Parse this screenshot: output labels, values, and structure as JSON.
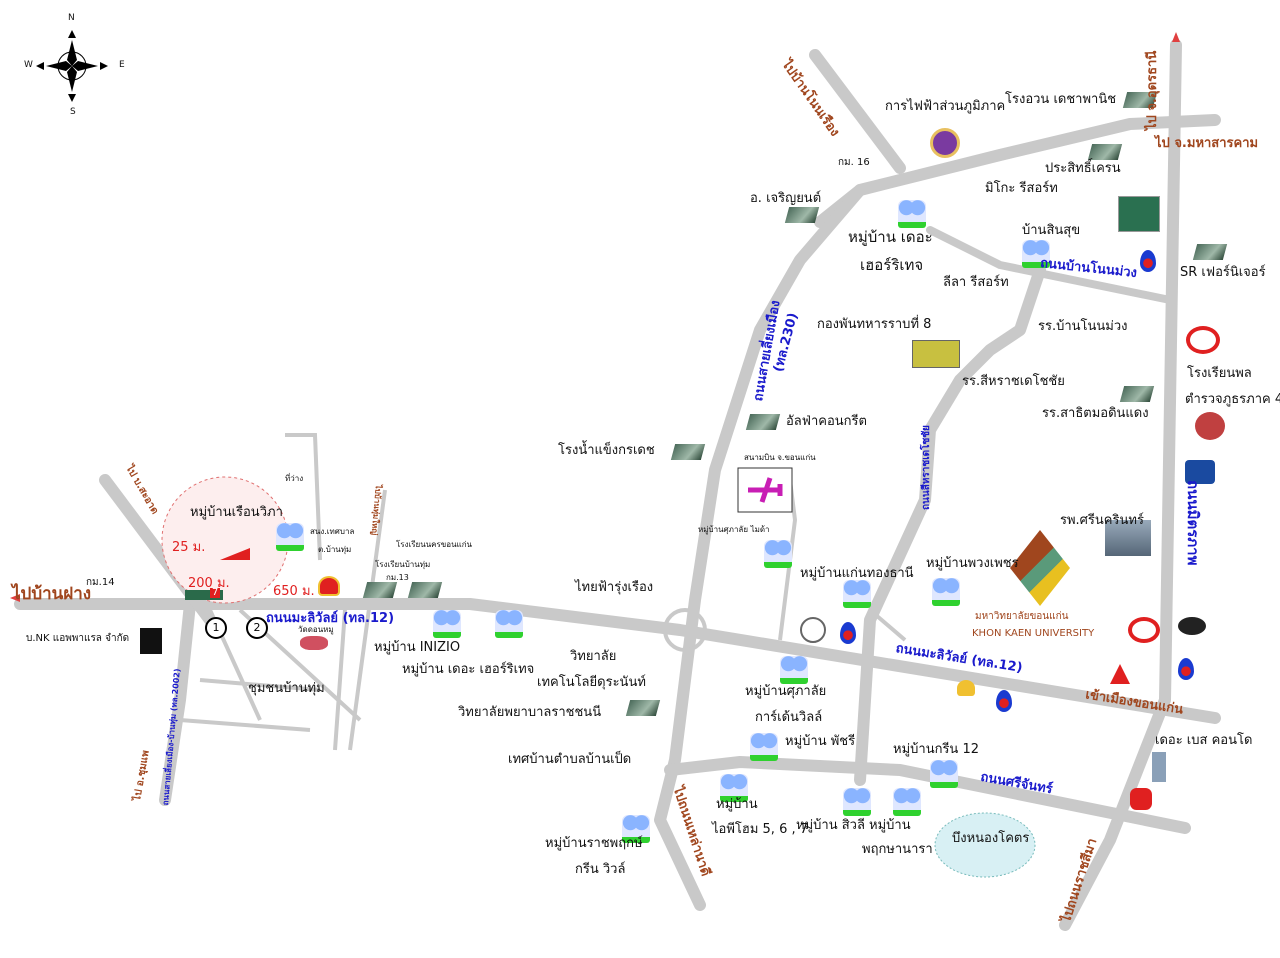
{
  "compass": {
    "n": "N",
    "s": "S",
    "e": "E",
    "w": "W"
  },
  "colors": {
    "road": "#c9c9c9",
    "road_label": "#1a1acc",
    "direction_label": "#a0461e",
    "distance": "#e02020",
    "airport": "#c81eb4"
  },
  "labels": {
    "to_non_rueang": "ไปบ้านโนนเรือง",
    "pea": "การไฟฟ้าส่วนภูมิภาค",
    "net_factory": "โรงอวน เดชาพานิช",
    "to_udon": "ไป จ.อุดรธานี",
    "to_mahasarakham": "ไป จ.มหาสารคาม",
    "km16": "กม. 16",
    "prasit_crane": "ประสิทธิ์เครน",
    "miko_resort": "มิโกะ รีสอร์ท",
    "charoen_yont": "อ. เจริญยนต์",
    "heritage_1": "หมู่บ้าน เดอะ",
    "heritage_2": "เฮอร์ริเทจ",
    "ban_sinsuk": "บ้านสินสุข",
    "non_muang_road": "ถนนบ้านโนนม่วง",
    "sr_furniture": "SR เฟอร์นิเจอร์",
    "lila_resort": "ลีลา รีสอร์ท",
    "bypass_road": "ถนนสายเลี่ยงเมือง",
    "route_230": "(ทล.230)",
    "infantry": "กองพันทหารราบที่ 8",
    "non_muang_school": "รร.บ้านโนนม่วง",
    "sihadecho_school": "รร.สีหราชเดโชชัย",
    "police_school_1": "โรงเรียนพล",
    "police_school_2": "ตำรวจภูธรภาค 4",
    "sihadecho_road": "ถนนสีหราชเดโชชัย",
    "satit_school": "รร.สาธิตมอดินแดง",
    "alpha_concrete": "อัลฟ่าคอนกรีต",
    "ice_factory": "โรงน้ำแข็งกรเดช",
    "airport": "สนามบิน จ.ขอนแก่น",
    "mittraphap_road": "ถนนมิตรภาพ",
    "srinagarind": "รพ.ศรีนครินทร์",
    "supalai_mida": "หมู่บ้านศุภาลัย ไมด้า",
    "kaen_thong": "หมู่บ้านแก่นทองธานี",
    "puang_phet": "หมู่บ้านพวงเพชร",
    "thai_fa": "ไทยฟ้ารุ่งเรือง",
    "kku_th": "มหาวิทยาลัยขอนแก่น",
    "kku_en": "KHON KAEN UNIVERSITY",
    "mali_road_east": "ถนนมะลิวัลย์ (ทล.12)",
    "college_1": "วิทยาลัย",
    "college_2": "เทคโนโลยีดุระนันท์",
    "supalai_garden_1": "หมู่บ้านศุภาลัย",
    "supalai_garden_2": "การ์เด้นวิลล์",
    "to_city": "เข้าเมืองขอนแก่น",
    "the_base": "เดอะ เบส คอนโด",
    "nursing_college": "วิทยาลัยพยาบาลราชชนนี",
    "patcharee": "หมู่บ้าน พัชรี",
    "green12": "หมู่บ้านกรีน 12",
    "ban_ped": "เทศบ้านตำบลบ้านเป็ด",
    "srichan_road": "ถนนศรีจันทร์",
    "ip_home_1": "หมู่บ้าน",
    "ip_home_2": "ไอพีโฮม 5, 6 , 7",
    "siwalee": "หมู่บ้าน สิวลี หมู่บ้าน",
    "pruksa_nara": "พฤกษานารา",
    "nong_khot": "บึงหนองโคตร",
    "ratchaphruek_1": "หมู่บ้านราชพฤกษ์",
    "ratchaphruek_2": "กรีน วิวล์",
    "to_lao_na_di": "ไปถนนเหล่านาดี",
    "to_ratchasima": "ไปถนนราชสีมา",
    "to_ban_sa_at": "ไป บ.สะอาด",
    "ruen_wipa": "หมู่บ้านเรือนวิภา",
    "vacant": "ที่ว่าง",
    "municipal_office": "สนง.เทศบาล",
    "ban_thum_sub": "ต.บ้านทุ่ม",
    "nakhon_kk_school": "โรงเรียนนครขอนแก่น",
    "ban_thum_school": "โรงเรียนบ้านทุ่ม",
    "km13": "กม.13",
    "dist_25": "25 ม.",
    "dist_200": "200 ม.",
    "dist_650": "650 ม.",
    "to_ban_fang": "ไปบ้านฝาง",
    "km14": "กม.14",
    "mali_road_west": "ถนนมะลิวัลย์ (ทล.12)",
    "nk_apparel": "บ.NK แอพพาแรล จำกัด",
    "inizio": "หมู่บ้าน INIZIO",
    "heritage_west": "หมู่บ้าน เดอะ เฮอร์ริเทจ",
    "temple": "วัดดอนหมู",
    "ban_thum_community": "ชุมชนบ้านทุ่ม",
    "route_2002": "ถนนสายเลี่ยงเมือง-บ้านทุ่ม (ทล.2002)",
    "to_chum_phae": "ไป อ.ชุมแพ",
    "to_ban_thum_yai": "ไปบ้านทุ่มใหญ่",
    "marker_1": "1",
    "marker_2": "2",
    "seven_eleven": "7"
  }
}
